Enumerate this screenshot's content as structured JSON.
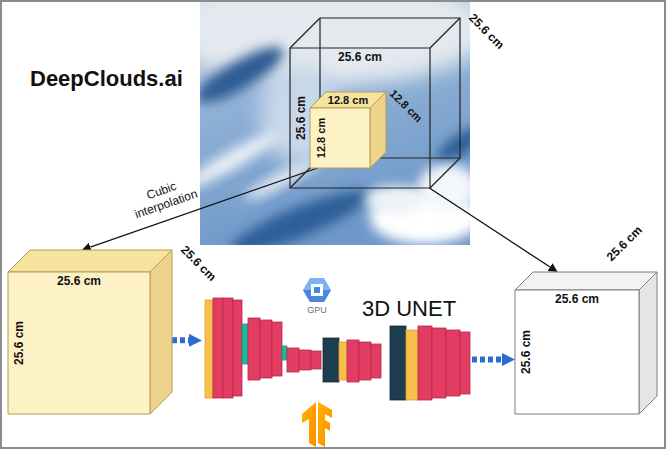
{
  "diagram": {
    "title": "DeepClouds.ai",
    "nodes": [
      {
        "text": [
          "25.6 cm",
          "25.6 cm",
          "25.6 cm"
        ]
      },
      {
        "text": [
          "12.8 cm",
          "12.8 cm",
          "12.8 cm"
        ],
        "in": 0
      },
      {
        "text": [
          "25.6 cm",
          "25.6 cm",
          "25.6 cm"
        ]
      },
      {
        "text": [
          "3D UNET"
        ]
      },
      {
        "text": [
          "25.6 cm",
          "25.6 cm",
          "25.6 cm"
        ]
      }
    ],
    "edges": [
      {
        "from": 1,
        "to": 2,
        "arrow": "to",
        "label": "Cubic interpolation"
      },
      {
        "from": 0,
        "to": 4,
        "arrow": "to"
      },
      {
        "from": 2,
        "to": 3,
        "arrow": "to"
      },
      {
        "from": 3,
        "to": 4,
        "arrow": "to"
      }
    ],
    "labels": [
      "GPU"
    ]
  }
}
